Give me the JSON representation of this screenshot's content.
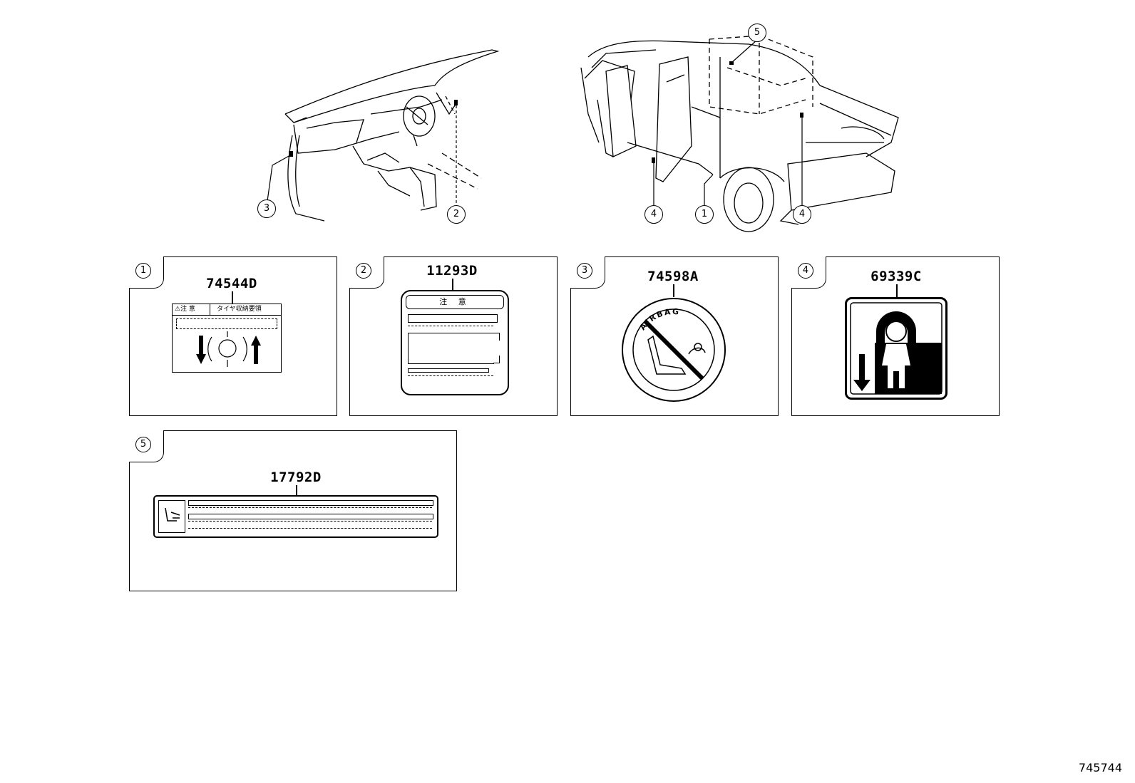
{
  "callouts": {
    "c3": "3",
    "c2": "2",
    "c4a": "4",
    "c1": "1",
    "c4b": "4",
    "c5": "5"
  },
  "panels": [
    {
      "index": "1",
      "part_number": "74544D",
      "label_header_left": "⚠注 意",
      "label_header_right": "タイヤ収納要領"
    },
    {
      "index": "2",
      "part_number": "11293D",
      "label_header": "注 意"
    },
    {
      "index": "3",
      "part_number": "74598A",
      "label_text": "AIRBAG"
    },
    {
      "index": "4",
      "part_number": "69339C"
    },
    {
      "index": "5",
      "part_number": "17792D"
    }
  ],
  "reference_number": "745744"
}
